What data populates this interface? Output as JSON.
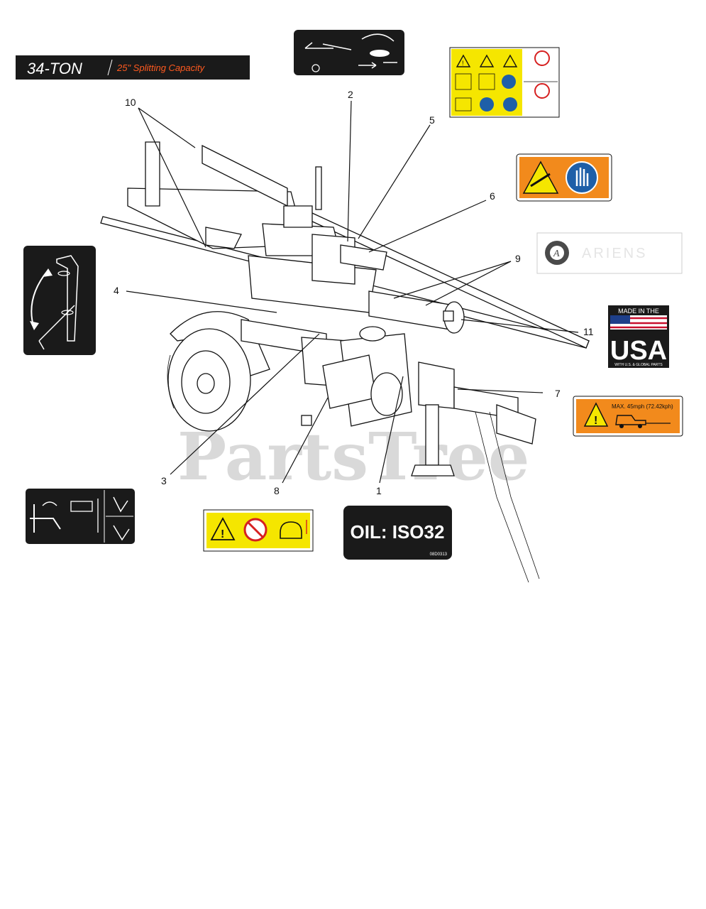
{
  "watermark": "PartsTree",
  "decals": {
    "tonnage_main": "34-TON",
    "tonnage_sub": "25\" Splitting Capacity",
    "oil": "OIL: ISO32",
    "oil_code": "08D0313",
    "made_in": "MADE IN THE",
    "usa": "USA",
    "usa_fine": "WITH U.S. & GLOBAL PARTS",
    "brand": "ARIENS",
    "tow_speed": "MAX. 45mph (72.42kph)"
  },
  "callouts": [
    "1",
    "2",
    "3",
    "4",
    "5",
    "6",
    "7",
    "8",
    "9",
    "10",
    "11"
  ],
  "colors": {
    "warning_yellow": "#f5e600",
    "warning_orange": "#f28a1c",
    "decal_black": "#1a1a1a",
    "safety_blue": "#1e5fa8",
    "tonnage_orange": "#ff5a1f"
  }
}
